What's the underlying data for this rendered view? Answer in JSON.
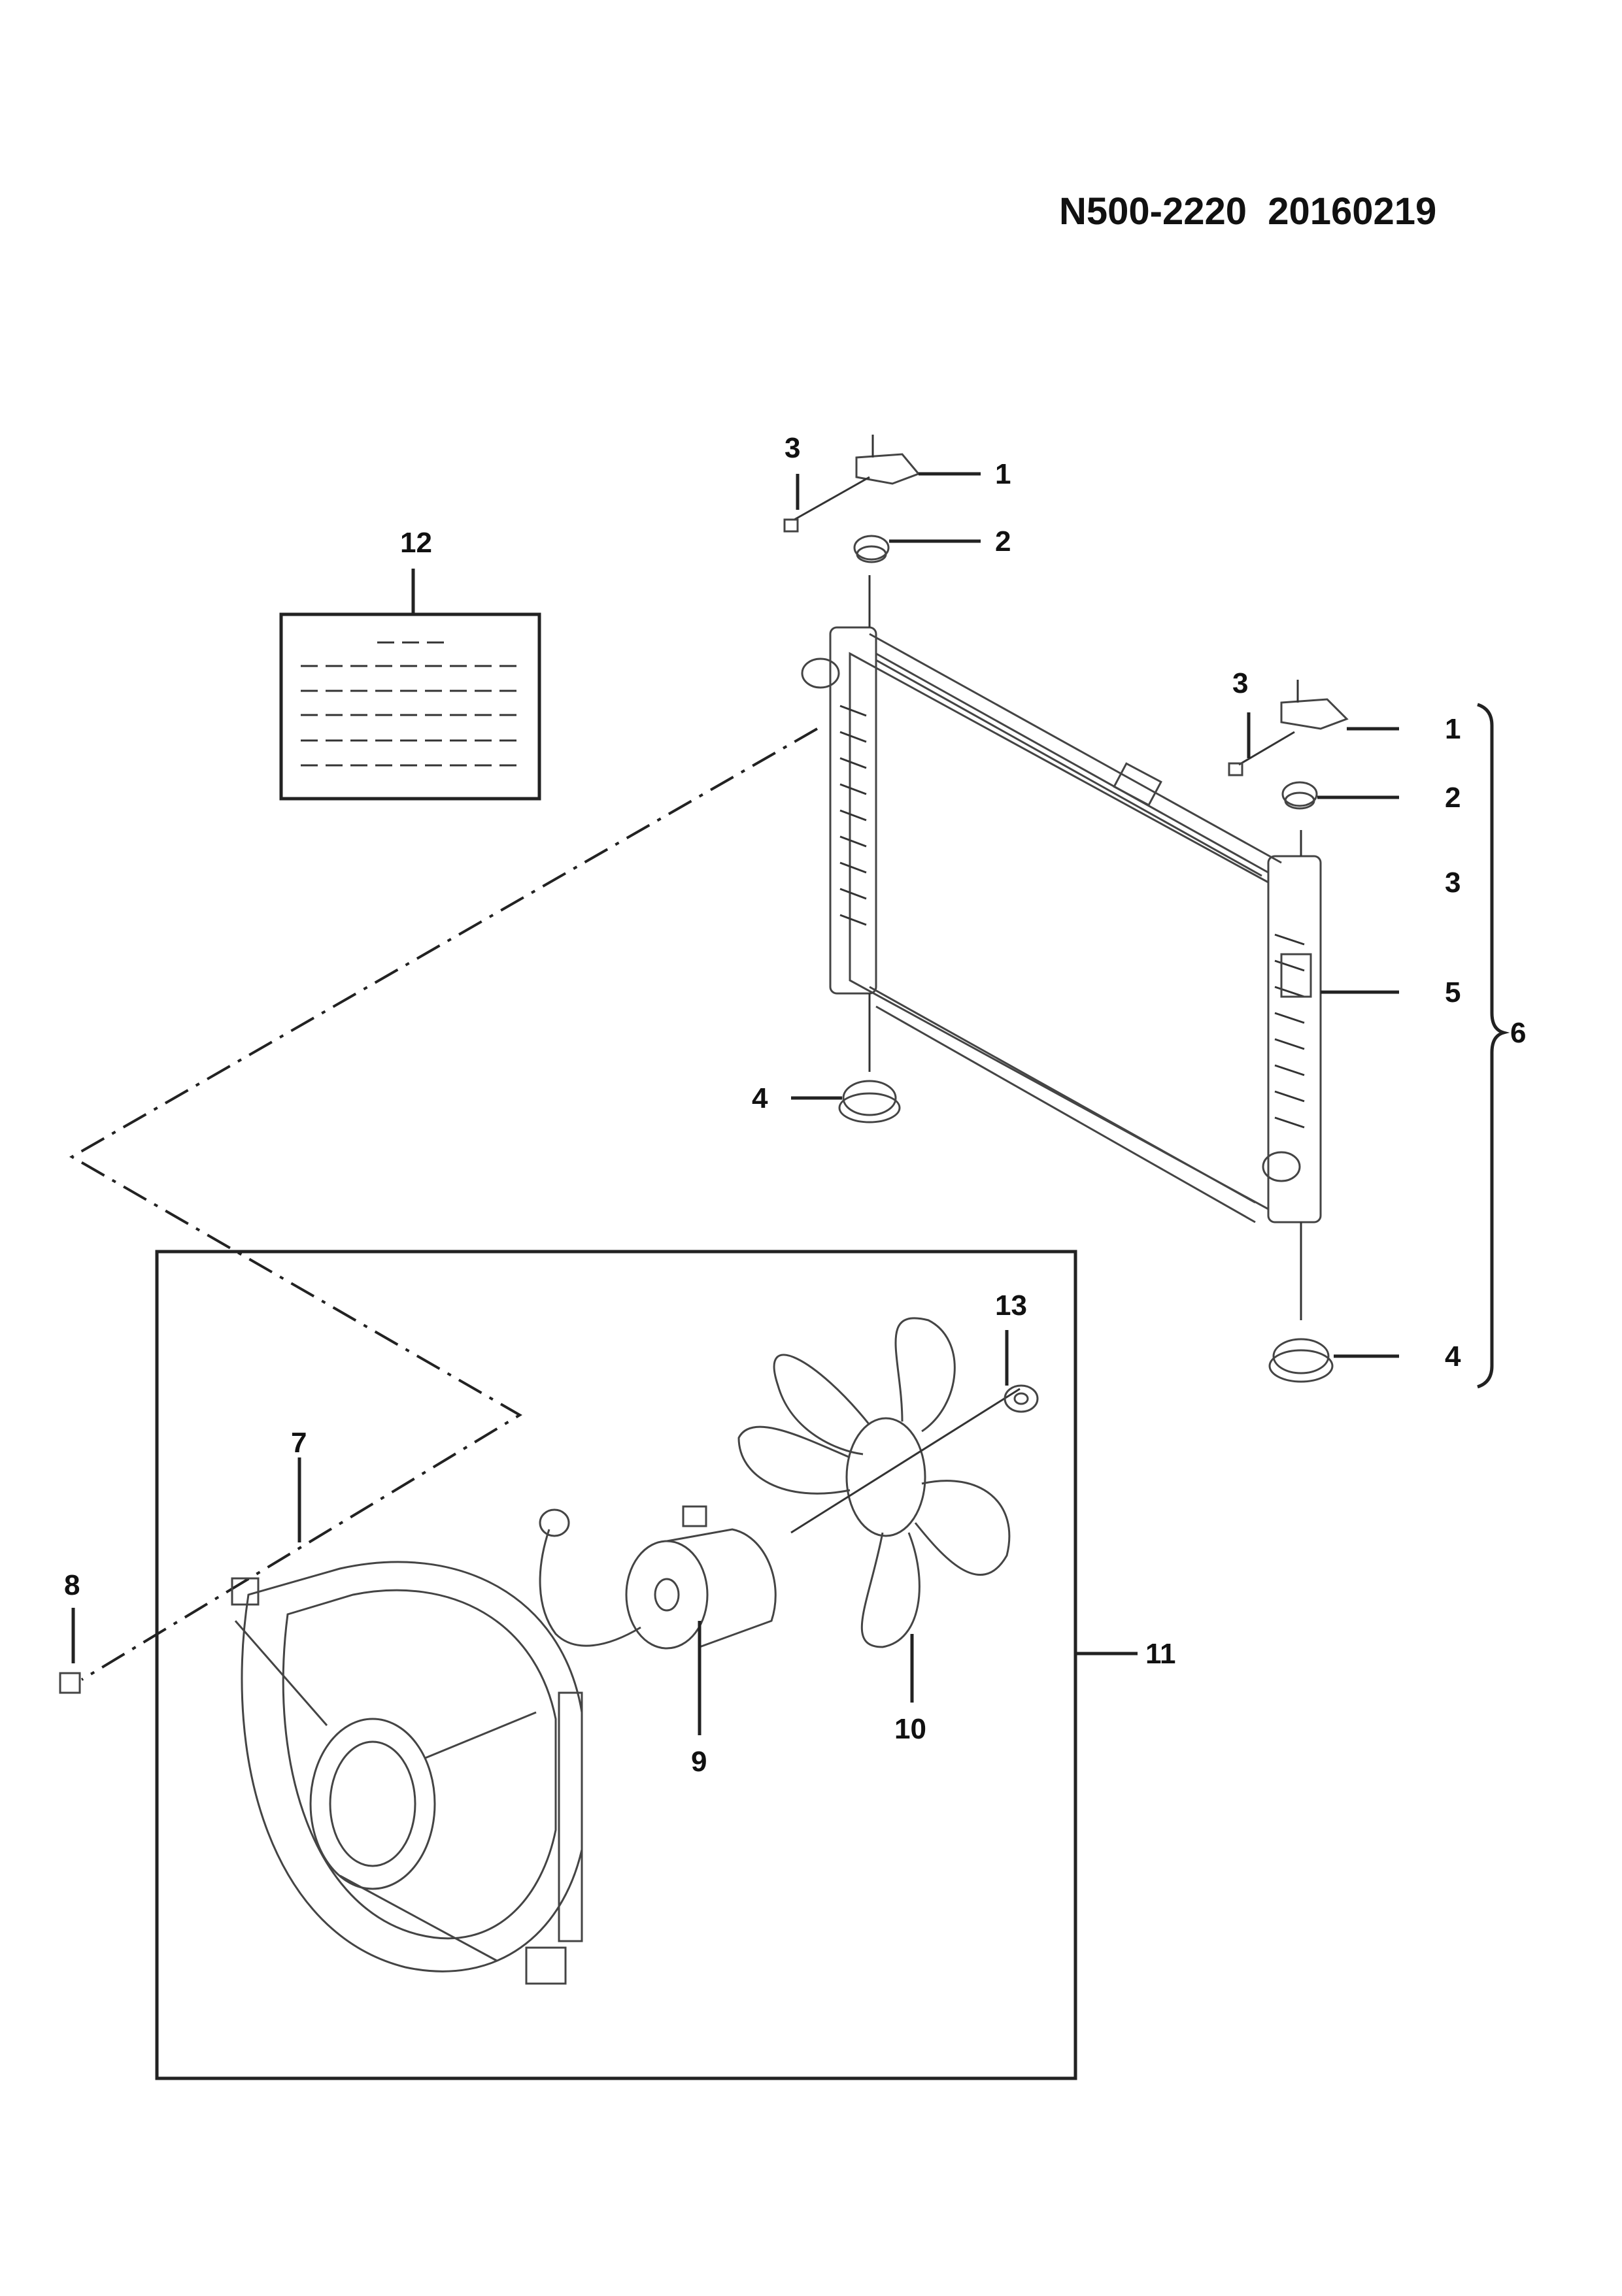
{
  "document": {
    "id": "N500-2220  20160219"
  },
  "callouts": {
    "c1a": "1",
    "c2a": "2",
    "c3a": "3",
    "c1b": "1",
    "c2b": "2",
    "c3b": "3",
    "c3c": "3",
    "c4a": "4",
    "c4b": "4",
    "c5": "5",
    "c6": "6",
    "c7": "7",
    "c8": "8",
    "c9": "9",
    "c10": "10",
    "c11": "11",
    "c12": "12",
    "c13": "13"
  },
  "parts": [
    "upper-mount-bracket",
    "rubber-insulator",
    "bolt",
    "lower-rubber-mount",
    "radiator",
    "radiator-assembly",
    "fan-shroud",
    "shroud-bolt",
    "fan-motor",
    "fan-blade",
    "fan-assembly",
    "label",
    "nut"
  ]
}
